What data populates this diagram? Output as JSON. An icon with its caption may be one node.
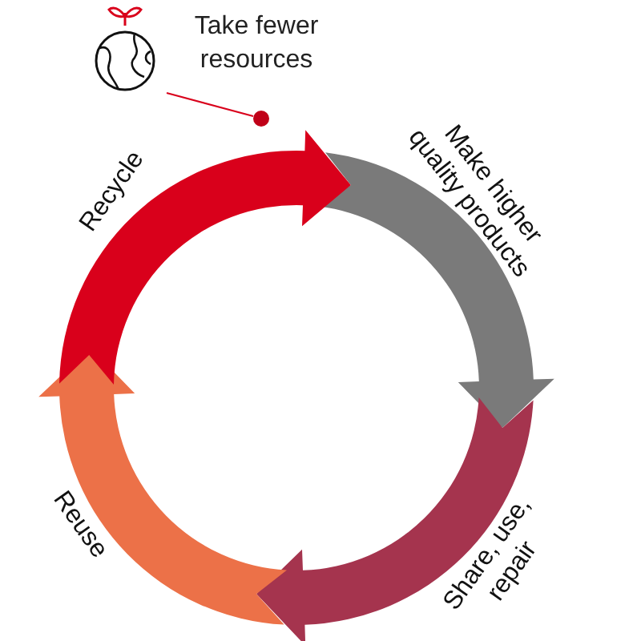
{
  "diagram": {
    "nodes": [
      {
        "text": [
          "Take fewer resources"
        ]
      },
      {
        "text": [],
        "shape": "circle"
      },
      {
        "text": [
          "Recycle"
        ]
      },
      {
        "text": [
          "Make higher quality products"
        ]
      },
      {
        "text": [
          "Share, use, repair"
        ]
      },
      {
        "text": [
          "Reuse"
        ]
      }
    ],
    "edges": [
      {
        "from": 0,
        "to": 1,
        "arrow": "none"
      }
    ]
  }
}
